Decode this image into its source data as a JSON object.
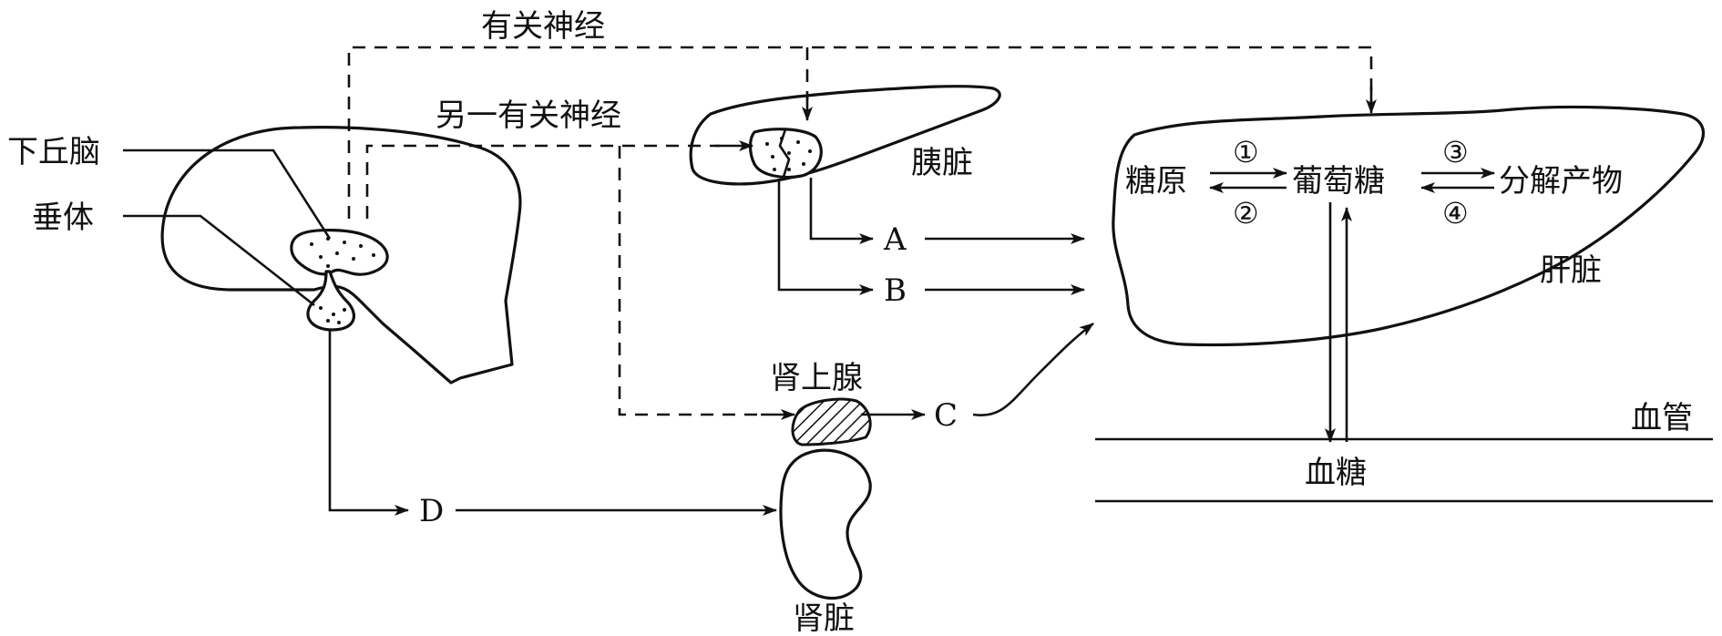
{
  "labels": {
    "related_nerve": "有关神经",
    "another_nerve": "另一有关神经",
    "hypothalamus": "下丘脑",
    "pituitary": "垂体",
    "pancreas": "胰脏",
    "liver": "肝脏",
    "adrenal": "肾上腺",
    "kidney": "肾脏",
    "blood_vessel": "血管",
    "blood_glucose": "血糖",
    "glycogen": "糖原",
    "glucose": "葡萄糖",
    "products": "分解产物",
    "hormone_a": "A",
    "hormone_b": "B",
    "hormone_c": "C",
    "hormone_d": "D",
    "step1": "①",
    "step2": "②",
    "step3": "③",
    "step4": "④"
  }
}
